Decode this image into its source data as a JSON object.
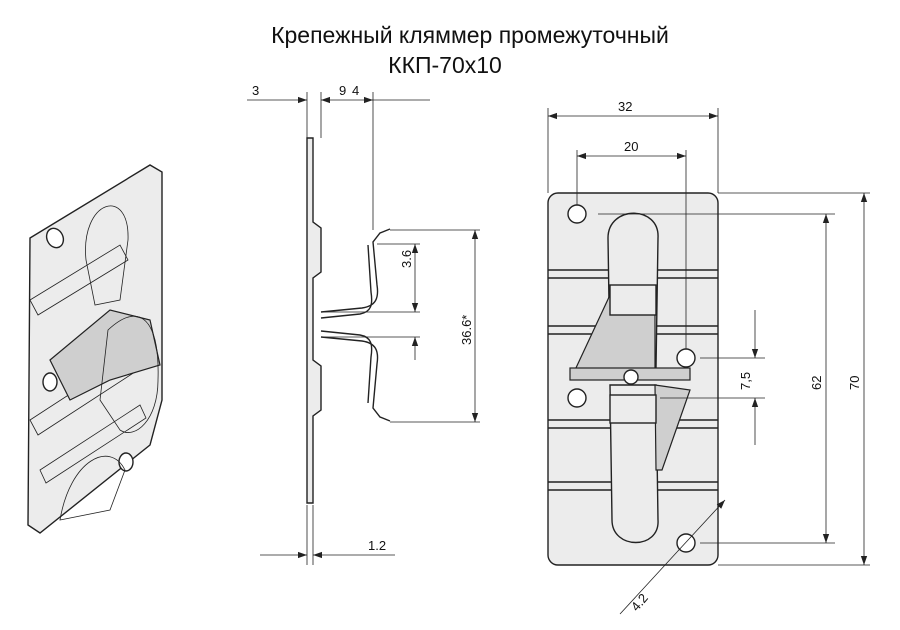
{
  "title": {
    "line1": "Крепежный кляммер промежуточный",
    "line2": "ККП-70х10"
  },
  "dimensions": {
    "side": {
      "d3": "3",
      "d9": "9",
      "d4": "4",
      "d36": "3.6",
      "d366": "36.6*",
      "d12": "1.2"
    },
    "front": {
      "d32": "32",
      "d20": "20",
      "d75": "7,5",
      "d62": "62",
      "d70": "70",
      "d42": "4.2"
    }
  }
}
